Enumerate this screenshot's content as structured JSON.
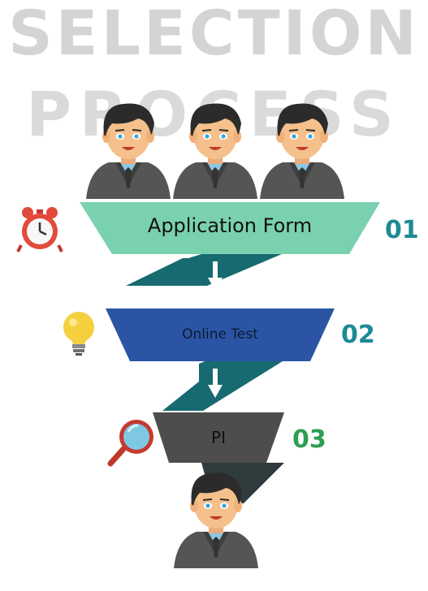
{
  "title": {
    "line1": "SELECTION",
    "line2": "PROCESS"
  },
  "stages": [
    {
      "label": "Application Form",
      "number": "01",
      "icon": "alarm-clock-icon",
      "color": "#7ad1b0",
      "number_color": "#1d8a95"
    },
    {
      "label": "Online Test",
      "number": "02",
      "icon": "light-bulb-icon",
      "color": "#2b55a4",
      "number_color": "#1d8a95"
    },
    {
      "label": "PI",
      "number": "03",
      "icon": "magnifier-icon",
      "color": "#4d4d4d",
      "number_color": "#2f9e52"
    }
  ],
  "colors": {
    "connector": "#166a70",
    "arrow": "#ffffff",
    "suit": "#555555",
    "hair": "#2b2b2b",
    "skin": "#f5c08b"
  }
}
